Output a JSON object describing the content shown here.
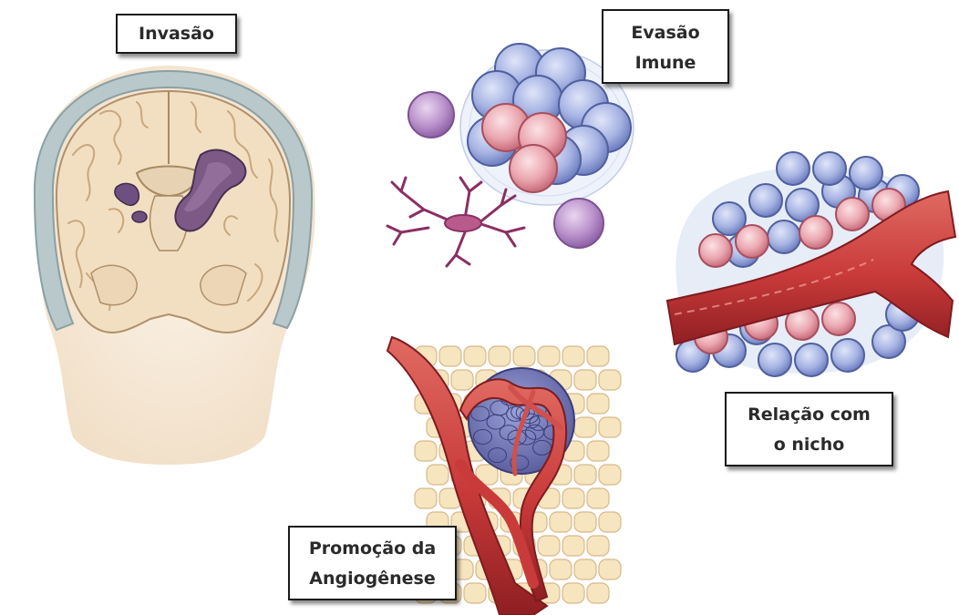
{
  "labels": {
    "invasion": "Invasão",
    "immune_evasion": [
      "Evasão",
      "Imune"
    ],
    "niche": [
      "Relação com",
      "o nicho"
    ],
    "angiogenesis": [
      "Promoção da",
      "Angiogênese"
    ]
  },
  "colors": {
    "brain_tissue": "#f3e2c8",
    "brain_outline": "#b89a72",
    "skull": "#b8c6c8",
    "tumor_purple": "#7d5a86",
    "vessel_red": "#c93a3a",
    "cell_blue": "#8f9fd0",
    "cell_pink": "#e6a3ad",
    "dendritic": "#8a2f63"
  }
}
